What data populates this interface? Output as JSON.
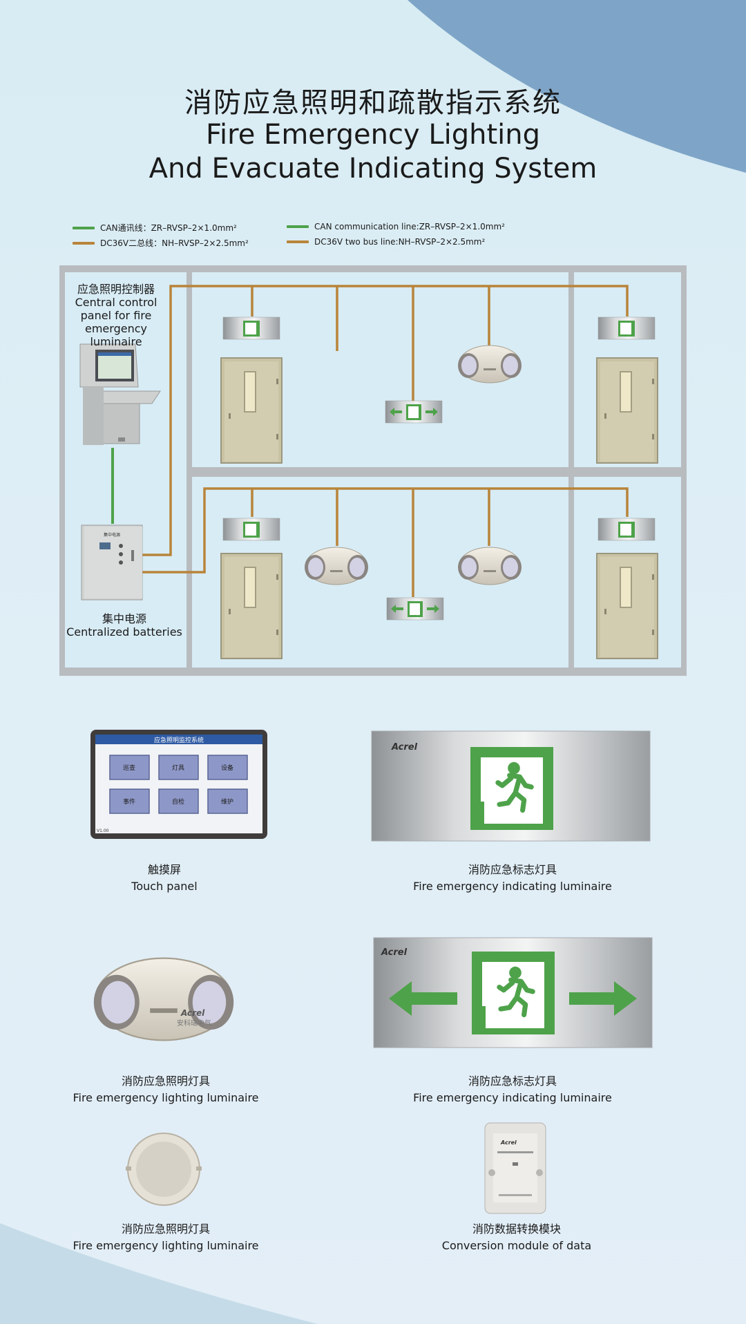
{
  "title": {
    "cn": "消防应急照明和疏散指示系统",
    "en_line1": "Fire Emergency Lighting",
    "en_line2": "And Evacuate Indicating System"
  },
  "legend": {
    "can_cn": "CAN通讯线：ZR–RVSP–2×1.0mm²",
    "dc_cn": "DC36V二总线：NH–RVSP–2×2.5mm²",
    "can_en": "CAN communication line:ZR–RVSP–2×1.0mm²",
    "dc_en": "DC36V two bus line:NH–RVSP–2×2.5mm²"
  },
  "colors": {
    "can_line": "#4ea24a",
    "dc_line": "#b8843a",
    "sign_green": "#4ea24a",
    "wall": "#b8bcbf"
  },
  "diagram": {
    "controller_cn": "应急照明控制器",
    "controller_en1": "Central control",
    "controller_en2": "panel for fire",
    "controller_en3": "emergency luminaire",
    "battery_cn": "集中电源",
    "battery_en": "Centralized batteries",
    "cabinet_label": "集中电源"
  },
  "products": {
    "touch_cn": "触摸屏",
    "touch_en": "Touch panel",
    "touch_screen_title": "应急照明监控系统",
    "touch_buttons": [
      "巡查",
      "灯具",
      "设备",
      "事件",
      "自检",
      "维护"
    ],
    "touch_version": "V1.00",
    "sign1_cn": "消防应急标志灯具",
    "sign1_en": "Fire emergency indicating luminaire",
    "brand": "Acrel",
    "lamp1_cn": "消防应急照明灯具",
    "lamp1_en": "Fire emergency lighting  luminaire",
    "lamp_brand_cn": "安科瑞电气",
    "sign2_cn": "消防应急标志灯具",
    "sign2_en": "Fire emergency indicating luminaire",
    "lamp2_cn": "消防应急照明灯具",
    "lamp2_en": "Fire emergency lighting  luminaire",
    "module_cn": "消防数据转换模块",
    "module_en": "Conversion module of data"
  }
}
